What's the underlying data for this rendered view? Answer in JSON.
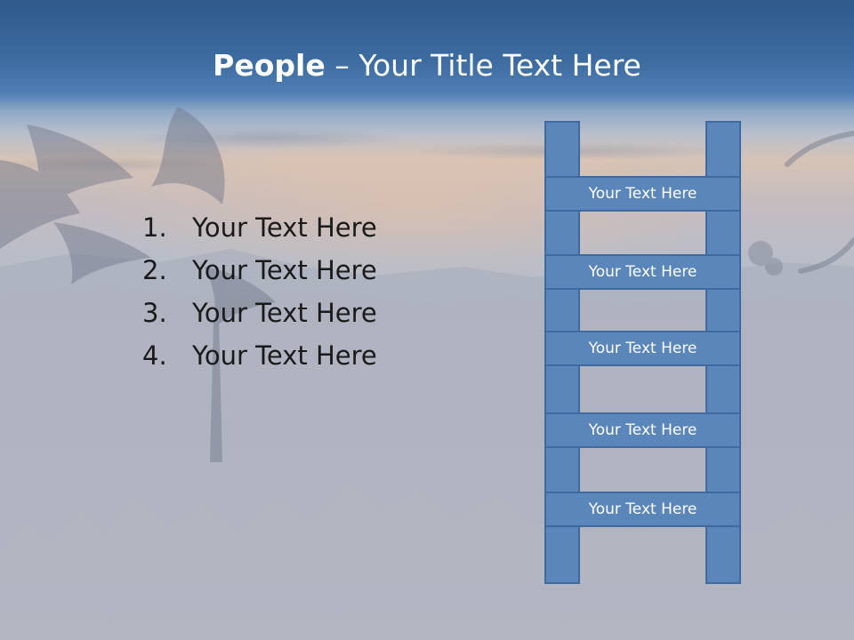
{
  "title": {
    "bold": "People",
    "rest": " – Your Title Text Here"
  },
  "list": {
    "items": [
      {
        "number": "1.",
        "text": "Your Text Here"
      },
      {
        "number": "2.",
        "text": "Your Text Here"
      },
      {
        "number": "3.",
        "text": "Your Text Here"
      },
      {
        "number": "4.",
        "text": "Your Text Here"
      }
    ]
  },
  "ladder": {
    "rungs": [
      "Your Text Here",
      "Your Text Here",
      "Your Text Here",
      "Your Text Here",
      "Your Text Here"
    ]
  },
  "colors": {
    "title_bar": "#3d6ca1",
    "ladder_fill": "#5b86b9",
    "ladder_border": "#3f6aa0",
    "title_text": "#ffffff",
    "body_text": "#1a1a1a"
  }
}
